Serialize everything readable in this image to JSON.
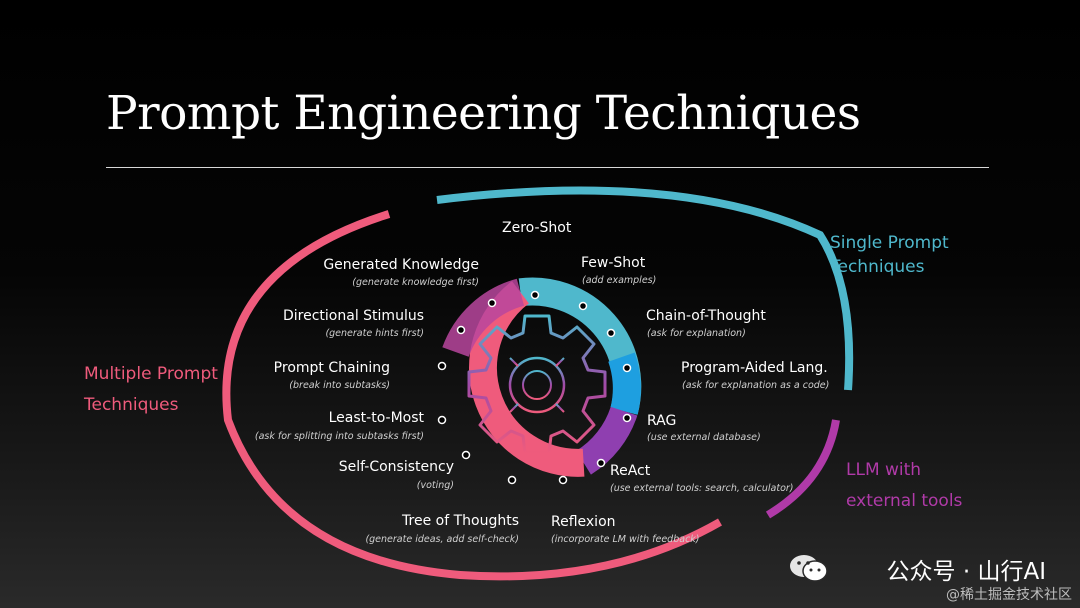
{
  "slide": {
    "title": "Prompt Engineering Techniques"
  },
  "groups": {
    "single": {
      "line1": "Single Prompt",
      "line2": "Techniques",
      "color": "#4fb8cc"
    },
    "multiple": {
      "line1": "Multiple Prompt",
      "line2": "Techniques",
      "color": "#ef5b7c"
    },
    "tools": {
      "line1": "LLM with",
      "line2": "external tools",
      "color": "#b03aa8"
    }
  },
  "techniques": [
    {
      "name": "Zero-Shot",
      "sub": ""
    },
    {
      "name": "Few-Shot",
      "sub": "(add examples)"
    },
    {
      "name": "Chain-of-Thought",
      "sub": "(ask for explanation)"
    },
    {
      "name": "Program-Aided Lang.",
      "sub": "(ask for explanation as a code)"
    },
    {
      "name": "RAG",
      "sub": "(use external database)"
    },
    {
      "name": "ReAct",
      "sub": "(use external tools: search, calculator)"
    },
    {
      "name": "Reflexion",
      "sub": "(incorporate LM with feedback)"
    },
    {
      "name": "Tree of Thoughts",
      "sub": "(generate ideas, add self-check)"
    },
    {
      "name": "Self-Consistency",
      "sub": "(voting)"
    },
    {
      "name": "Least-to-Most",
      "sub": "(ask for splitting into subtasks first)"
    },
    {
      "name": "Prompt Chaining",
      "sub": "(break into subtasks)"
    },
    {
      "name": "Directional Stimulus",
      "sub": "(generate hints first)"
    },
    {
      "name": "Generated Knowledge",
      "sub": "(generate knowledge first)"
    }
  ],
  "center": {
    "icon": "gear-icon"
  },
  "watermark": {
    "main": "公众号 · 山行AI",
    "sub": "@稀土掘金技术社区",
    "icon": "wechat-icon"
  }
}
